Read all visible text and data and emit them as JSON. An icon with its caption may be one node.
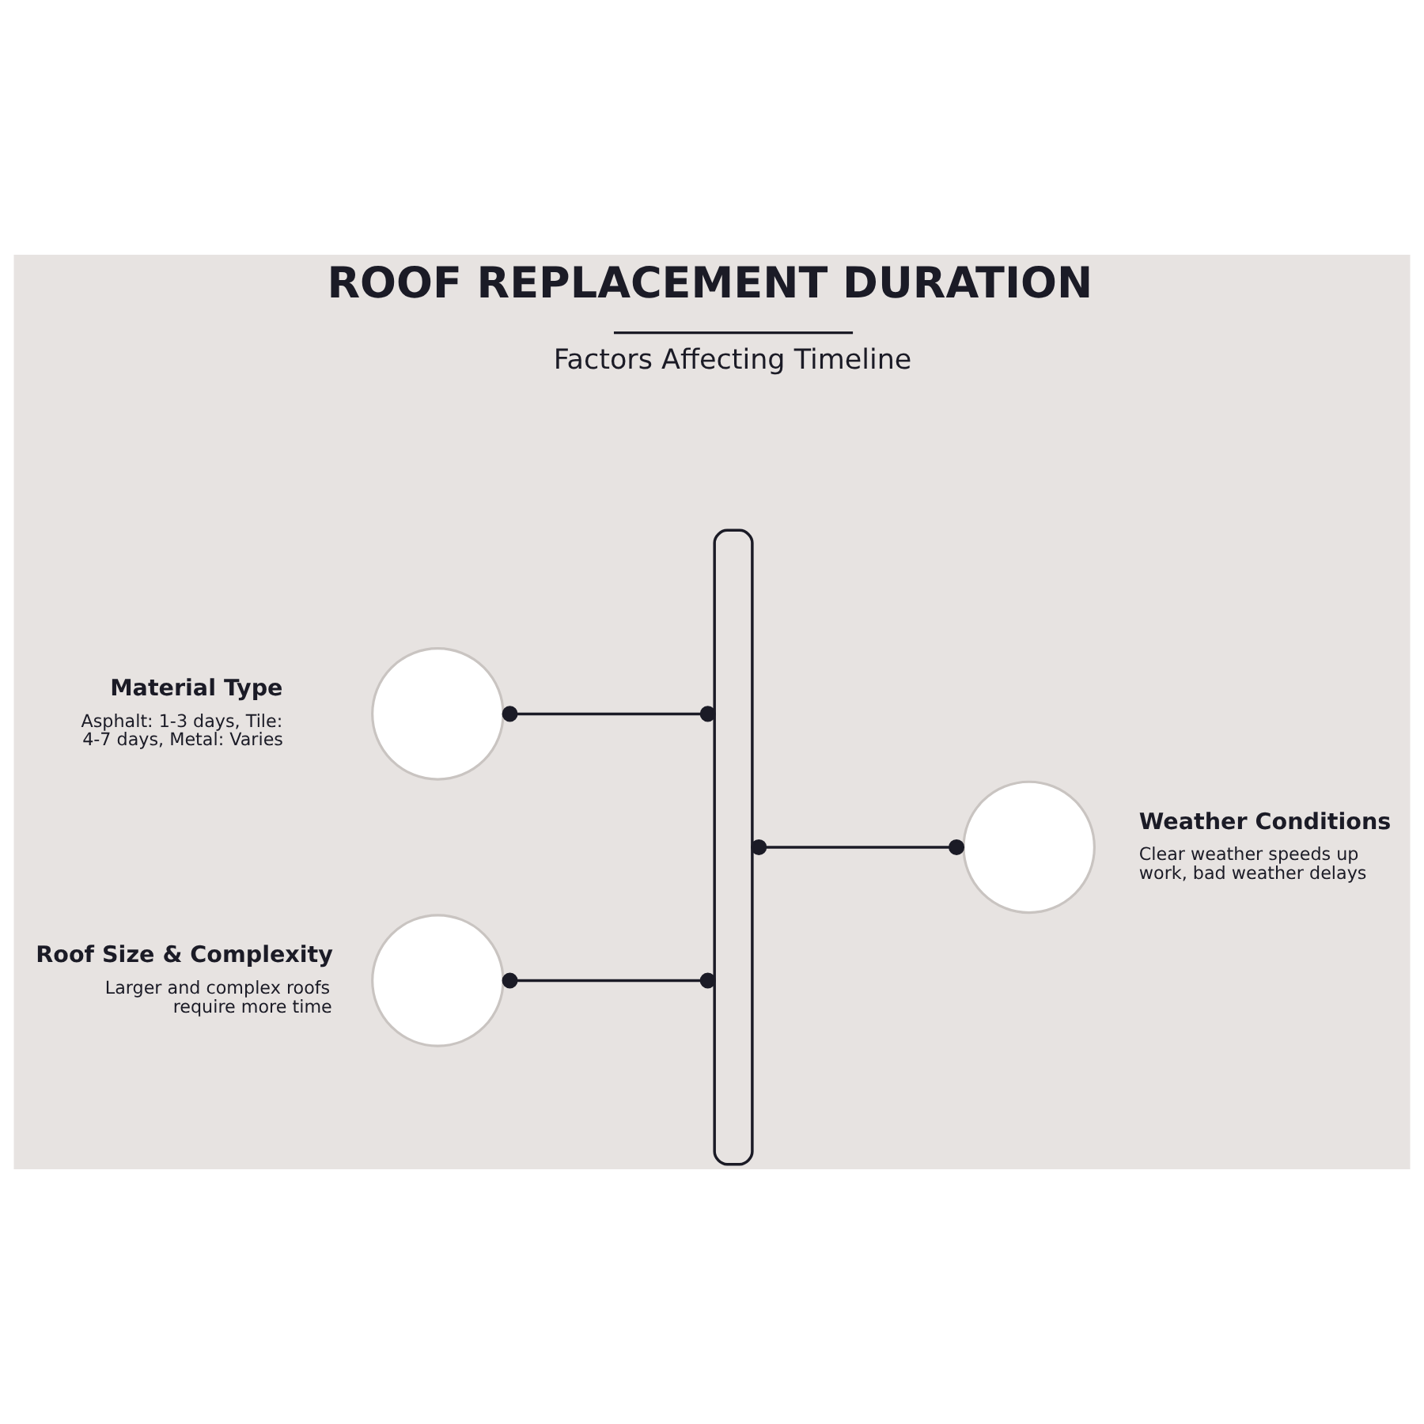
{
  "diagram": {
    "title": "ROOF REPLACEMENT DURATION",
    "nodes": [
      {
        "text": [],
        "shape": "bar"
      },
      {
        "text": [],
        "shape": "circle",
        "beside": [
          "Material Type",
          "Asphalt: 1-3 days, Tile: 4-7 days, Metal: Varies"
        ]
      },
      {
        "text": [],
        "shape": "circle",
        "beside": [
          "Weather Conditions",
          "Clear weather speeds up work, bad weather delays"
        ]
      },
      {
        "text": [],
        "shape": "circle",
        "beside": [
          "Roof Size & Complexity",
          "Larger and complex roofs require more time"
        ]
      }
    ],
    "edges": [
      {
        "from": 1,
        "to": 0,
        "arrow": "other"
      },
      {
        "from": 0,
        "to": 2,
        "arrow": "other"
      },
      {
        "from": 3,
        "to": 0,
        "arrow": "other"
      }
    ],
    "labels": [
      "Factors Affecting Timeline"
    ]
  }
}
